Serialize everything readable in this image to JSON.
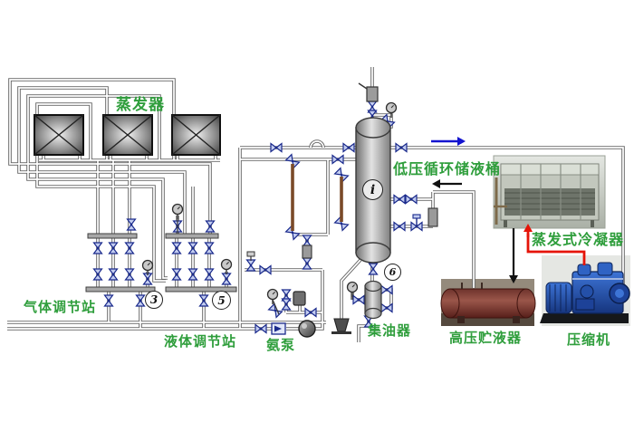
{
  "diagram": {
    "title_implicit": "ammonia refrigeration system piping diagram",
    "labels": {
      "evaporator": "蒸发器",
      "lp_tank": "低压循环储液桶",
      "evap_condenser": "蒸发式冷凝器",
      "gas_station": "气体调节站",
      "liquid_station": "液体调节站",
      "ammonia_pump": "氨泵",
      "oil_collector": "集油器",
      "hp_receiver": "高压贮液器",
      "compressor": "压缩机"
    },
    "markers": {
      "gas_station_no": "3",
      "liquid_station_no": "5",
      "oil_collector_no": "6",
      "tank_id": "i"
    },
    "colors": {
      "label_green": "#2f9e3c",
      "pipe_gray": "#676767",
      "valve_blue": "#1a2a8c",
      "valve_fill": "#c3cdf0",
      "arrow_blue": "#1414cf",
      "arrow_red": "#e51408",
      "arrow_black": "#111111",
      "level_gauge_brown": "#7a4a28",
      "receiver_maroon": "#7c3b33",
      "compressor_blue": "#2f63c4"
    }
  }
}
